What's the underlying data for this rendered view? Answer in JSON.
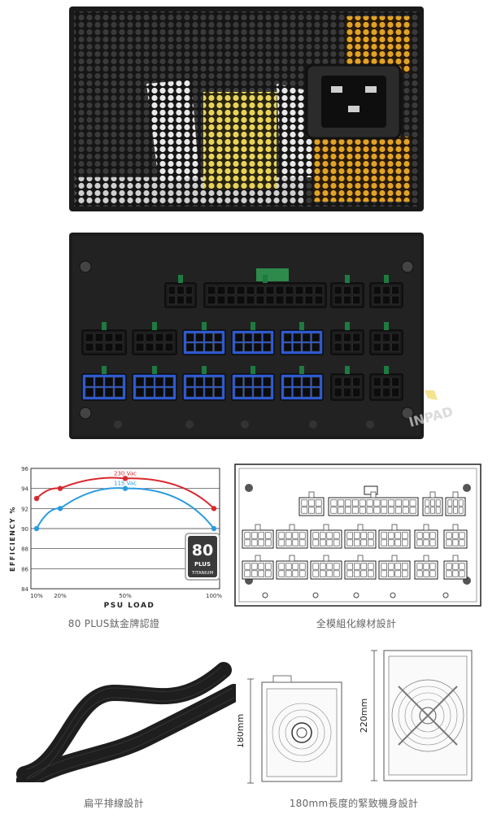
{
  "watermark": "INPAD",
  "features": [
    {
      "caption": "80 PLUS鈦金牌認證"
    },
    {
      "caption": "全模組化線材設計"
    },
    {
      "caption": "扁平排線設計"
    },
    {
      "caption": "180mm長度的緊致機身設計"
    }
  ],
  "badge": {
    "number": "80",
    "plus": "PLUS",
    "tier": "TITANIUM"
  },
  "dimensions": {
    "depth": "180mm",
    "length": "220mm"
  },
  "chart_data": {
    "type": "line",
    "x": [
      10,
      20,
      50,
      100
    ],
    "xticks": [
      "10%",
      "20%",
      "50%",
      "100%"
    ],
    "xlabel": "PSU LOAD",
    "ylabel": "EFFICIENCY %",
    "ylim": [
      84,
      96
    ],
    "yticks": [
      84,
      86,
      88,
      90,
      92,
      94,
      96
    ],
    "series": [
      {
        "name": "230 Vac",
        "color": "#d9282f",
        "values": [
          93,
          94,
          95,
          92
        ]
      },
      {
        "name": "115 Vac",
        "color": "#2a9be0",
        "values": [
          90,
          92,
          94,
          90
        ]
      }
    ],
    "grid": true
  }
}
